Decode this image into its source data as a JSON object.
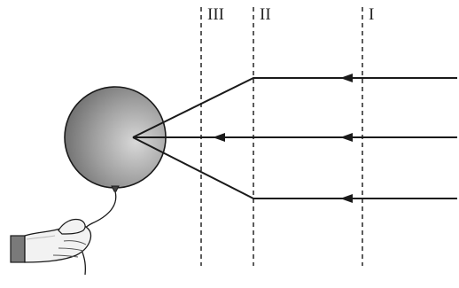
{
  "regions": [
    {
      "label": "I"
    },
    {
      "label": "II"
    },
    {
      "label": "III"
    }
  ],
  "colors": {
    "line": "#1a1a1a",
    "dashed": "#333333",
    "balloon_light": "#d4d4d4",
    "balloon_dark": "#6e6e6e",
    "glove": "#f2f2f2",
    "cuff": "#7a7a7a"
  },
  "icons": [
    "charged-balloon",
    "gloved-hand",
    "field-line-arrow"
  ]
}
